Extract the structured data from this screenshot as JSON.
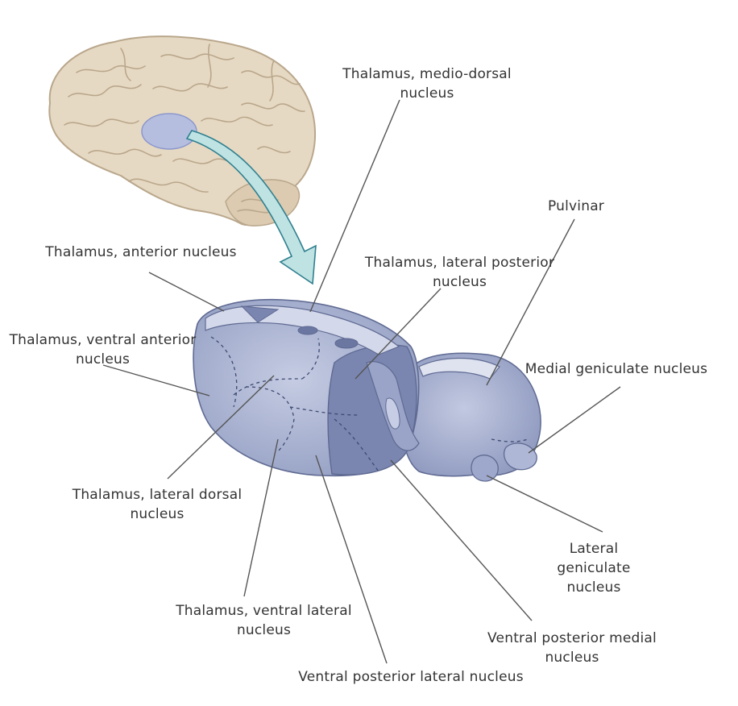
{
  "labels": {
    "mediodorsal": [
      "Thalamus, medio-dorsal",
      "nucleus"
    ],
    "pulvinar": [
      "Pulvinar"
    ],
    "anterior": [
      "Thalamus, anterior nucleus"
    ],
    "lateral_posterior": [
      "Thalamus, lateral posterior",
      "nucleus"
    ],
    "ventral_anterior": [
      "Thalamus, ventral anterior",
      "nucleus"
    ],
    "medial_geniculate": [
      "Medial geniculate nucleus"
    ],
    "lateral_dorsal": [
      "Thalamus, lateral dorsal",
      "nucleus"
    ],
    "lateral_geniculate": [
      "Lateral",
      "geniculate",
      "nucleus"
    ],
    "ventral_lateral": [
      "Thalamus, ventral lateral",
      "nucleus"
    ],
    "ventral_posterior_medial": [
      "Ventral posterior medial",
      "nucleus"
    ],
    "ventral_posterior_lateral": [
      "Ventral posterior lateral nucleus"
    ]
  },
  "colors": {
    "brain": "#e6d9c3",
    "brain_sulci": "#b9a78c",
    "highlight": "#aab6e6",
    "arrow": "#bfe3e3",
    "thalamus_light": "#b3bcd7",
    "thalamus_mid": "#8e99bf",
    "thalamus_dark": "#6b77a1",
    "leader_line": "#555555"
  }
}
